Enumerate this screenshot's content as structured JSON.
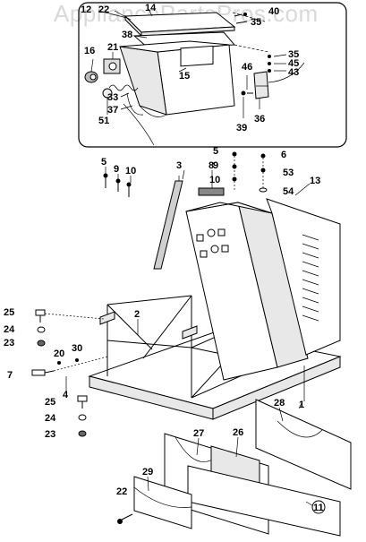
{
  "watermark": "AppliancePartsPros.com",
  "callouts": {
    "inset": [
      "12",
      "22",
      "14",
      "40",
      "35",
      "38",
      "16",
      "21",
      "15",
      "35",
      "45",
      "43",
      "46",
      "33",
      "37",
      "51",
      "39",
      "36"
    ],
    "main": [
      "5",
      "9",
      "10",
      "3",
      "5",
      "9",
      "10",
      "8",
      "6",
      "53",
      "54",
      "13",
      "25",
      "24",
      "23",
      "2",
      "30",
      "20",
      "7",
      "4",
      "25",
      "24",
      "23",
      "1",
      "28",
      "27",
      "26",
      "29",
      "22",
      "11"
    ]
  }
}
